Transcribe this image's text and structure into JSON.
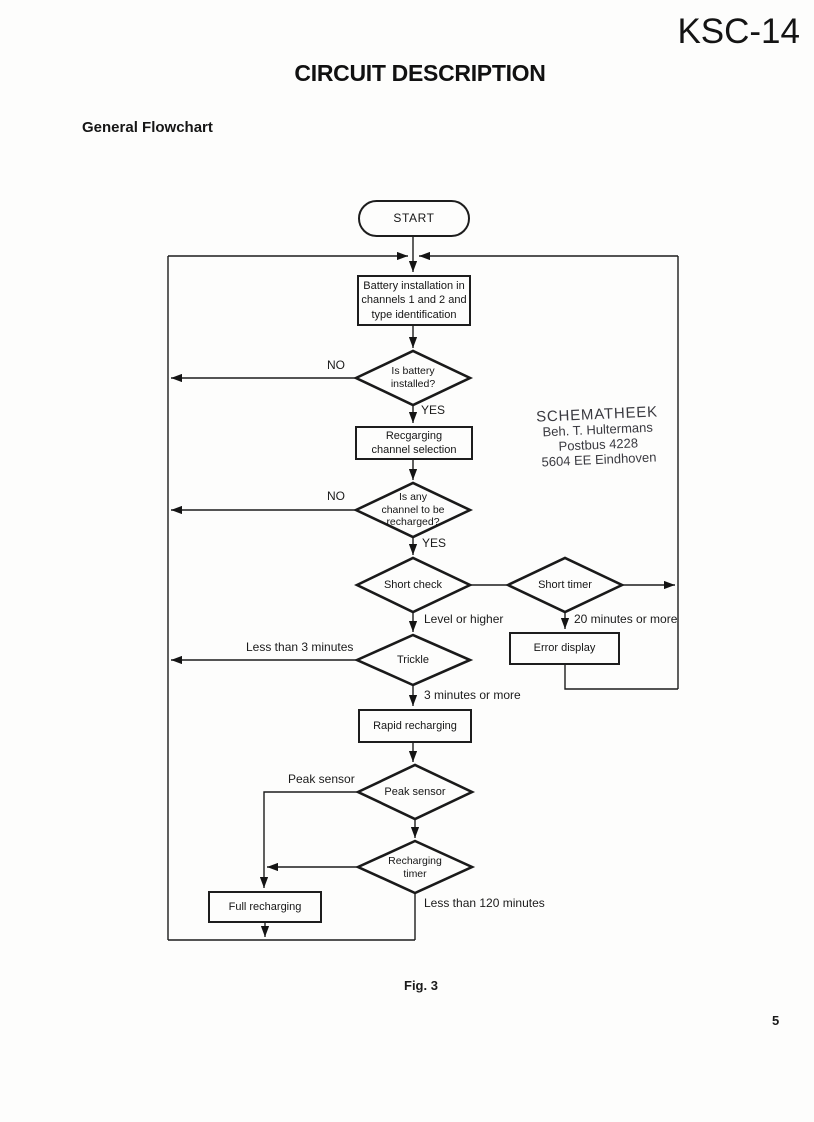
{
  "header": {
    "model": "KSC-14",
    "title": "CIRCUIT DESCRIPTION",
    "section": "General Flowchart"
  },
  "footer": {
    "figure": "Fig. 3",
    "page": "5"
  },
  "stamp": {
    "lines": [
      "SCHEMATHEEK",
      "Beh. T. Hultermans",
      "Postbus 4228",
      "5604 EE  Eindhoven"
    ]
  },
  "flowchart": {
    "nodes": {
      "start": "START",
      "battery_install": "Battery installation in\nchannels 1 and 2 and\ntype identification",
      "battery_check": "Is battery\ninstalled?",
      "channel_select": "Recgarging\nchannel selection",
      "channel_check": "Is any\nchannel to be\nrecharged?",
      "short_check": "Short check",
      "short_timer": "Short timer",
      "trickle": "Trickle",
      "error_display": "Error display",
      "rapid_recharging": "Rapid recharging",
      "peak_sensor": "Peak sensor",
      "recharging_timer": "Recharging\ntimer",
      "full_recharging": "Full recharging"
    },
    "edge_labels": {
      "battery_no": "NO",
      "battery_yes": "YES",
      "channel_no": "NO",
      "channel_yes": "YES",
      "level_or_higher": "Level or higher",
      "short_timer_out": "20 minutes or more",
      "trickle_short": "Less than 3 minutes",
      "trickle_long": "3 minutes or more",
      "peak_detected": "Peak sensor",
      "timer_short": "Less than 120 minutes"
    }
  }
}
